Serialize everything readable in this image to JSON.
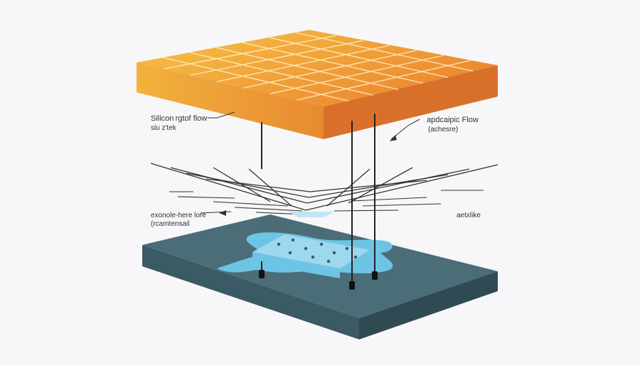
{
  "labels": {
    "top_left_line1": "Silicon rgtof flow",
    "top_left_line2": "slu z′tek",
    "top_right_line1": "apdcaipic Flow",
    "top_right_line2": "(achesre)",
    "mid_left_line1": "exonole-here lore",
    "mid_left_line2": "(rcamtensail",
    "mid_right": "aetxlike"
  },
  "colors": {
    "panel_top_light": "#f7c445",
    "panel_top_dark": "#ec8630",
    "panel_front": "#f0a33a",
    "panel_side": "#d9702a",
    "grid_line": "#fff1c9",
    "base_top": "#4a6d78",
    "base_front": "#3b5a64",
    "base_side": "#2f4a53",
    "water": "#6ec4e4",
    "water_light": "#9ed8ee",
    "line": "#333333",
    "background": "#f7f7f9"
  },
  "icons": [
    "arrow-left-icon",
    "arrow-down-left-icon"
  ]
}
